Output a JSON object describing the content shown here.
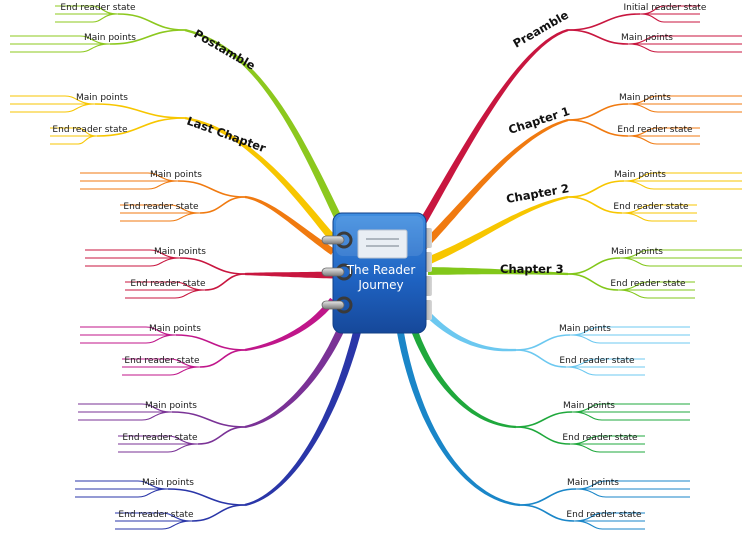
{
  "central": {
    "title_line1": "The Reader",
    "title_line2": "Journey",
    "icon": "notebook-icon"
  },
  "branches": [
    {
      "id": "preamble",
      "label": "Preamble",
      "color": "#c8163f",
      "top": {
        "label": "Initial reader state"
      },
      "bottom": {
        "label": "Main points"
      }
    },
    {
      "id": "chapter-1",
      "label": "Chapter 1",
      "color": "#f07a10",
      "top": {
        "label": "Main points"
      },
      "bottom": {
        "label": "End reader state"
      }
    },
    {
      "id": "chapter-2",
      "label": "Chapter 2",
      "color": "#f7c600",
      "top": {
        "label": "Main points"
      },
      "bottom": {
        "label": "End reader state"
      }
    },
    {
      "id": "chapter-3",
      "label": "Chapter 3",
      "color": "#82c71a",
      "top": {
        "label": "Main points"
      },
      "bottom": {
        "label": "End reader state"
      }
    },
    {
      "id": "right-5",
      "label": "",
      "color": "#6cc8f0",
      "top": {
        "label": "Main points"
      },
      "bottom": {
        "label": "End reader state"
      }
    },
    {
      "id": "right-6",
      "label": "",
      "color": "#1fa83c",
      "top": {
        "label": "Main points"
      },
      "bottom": {
        "label": "End reader state"
      }
    },
    {
      "id": "right-7",
      "label": "",
      "color": "#1a86c8",
      "top": {
        "label": "Main points"
      },
      "bottom": {
        "label": "End reader state"
      }
    },
    {
      "id": "postamble",
      "label": "Postamble",
      "color": "#8cc81e",
      "top": {
        "label": "End reader state"
      },
      "bottom": {
        "label": "Main points"
      }
    },
    {
      "id": "last-chapter",
      "label": "Last Chapter",
      "color": "#f7c600",
      "top": {
        "label": "Main points"
      },
      "bottom": {
        "label": "End reader state"
      }
    },
    {
      "id": "left-3",
      "label": "",
      "color": "#f07a10",
      "top": {
        "label": "Main points"
      },
      "bottom": {
        "label": "End reader state"
      }
    },
    {
      "id": "left-4",
      "label": "",
      "color": "#c8163f",
      "top": {
        "label": "Main points"
      },
      "bottom": {
        "label": "End reader state"
      }
    },
    {
      "id": "left-5",
      "label": "",
      "color": "#c0168a",
      "top": {
        "label": "Main points"
      },
      "bottom": {
        "label": "End reader state"
      }
    },
    {
      "id": "left-6",
      "label": "",
      "color": "#7a3296",
      "top": {
        "label": "Main points"
      },
      "bottom": {
        "label": "End reader state"
      }
    },
    {
      "id": "left-7",
      "label": "",
      "color": "#2a36a8",
      "top": {
        "label": "Main points"
      },
      "bottom": {
        "label": "End reader state"
      }
    }
  ]
}
